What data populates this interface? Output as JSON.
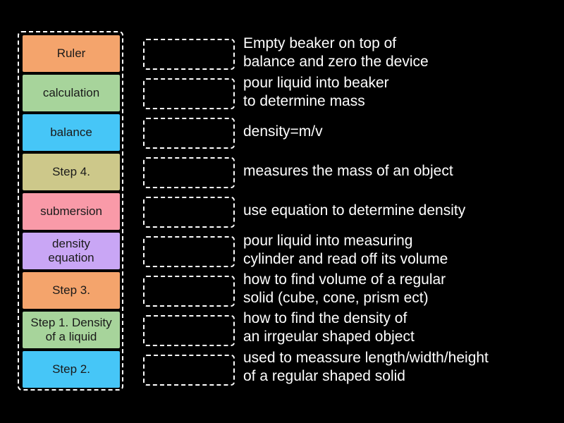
{
  "tiles": [
    {
      "label": "Ruler",
      "color": "#f4a46c"
    },
    {
      "label": "calculation",
      "color": "#a7d49b"
    },
    {
      "label": "balance",
      "color": "#46c6f7"
    },
    {
      "label": "Step 4.",
      "color": "#cdc88a"
    },
    {
      "label": "submersion",
      "color": "#f99aa8"
    },
    {
      "label": "density\nequation",
      "color": "#c9a6f5"
    },
    {
      "label": "Step 3.",
      "color": "#f4a46c"
    },
    {
      "label": "Step 1. Density\nof a liquid",
      "color": "#a7d49b"
    },
    {
      "label": "Step 2.",
      "color": "#46c6f7"
    }
  ],
  "descriptions": [
    "Empty beaker on top of\nbalance and zero the device",
    "pour liquid into beaker\nto determine mass",
    "density=m/v",
    "measures the mass of an object",
    "use equation to determine density",
    "pour liquid into measuring\ncylinder and read off its volume",
    "how to find volume of a regular\nsolid (cube, cone, prism ect)",
    "how to find the density of\nan irrgeular shaped object",
    "used to meassure length/width/height\nof a regular shaped solid"
  ]
}
